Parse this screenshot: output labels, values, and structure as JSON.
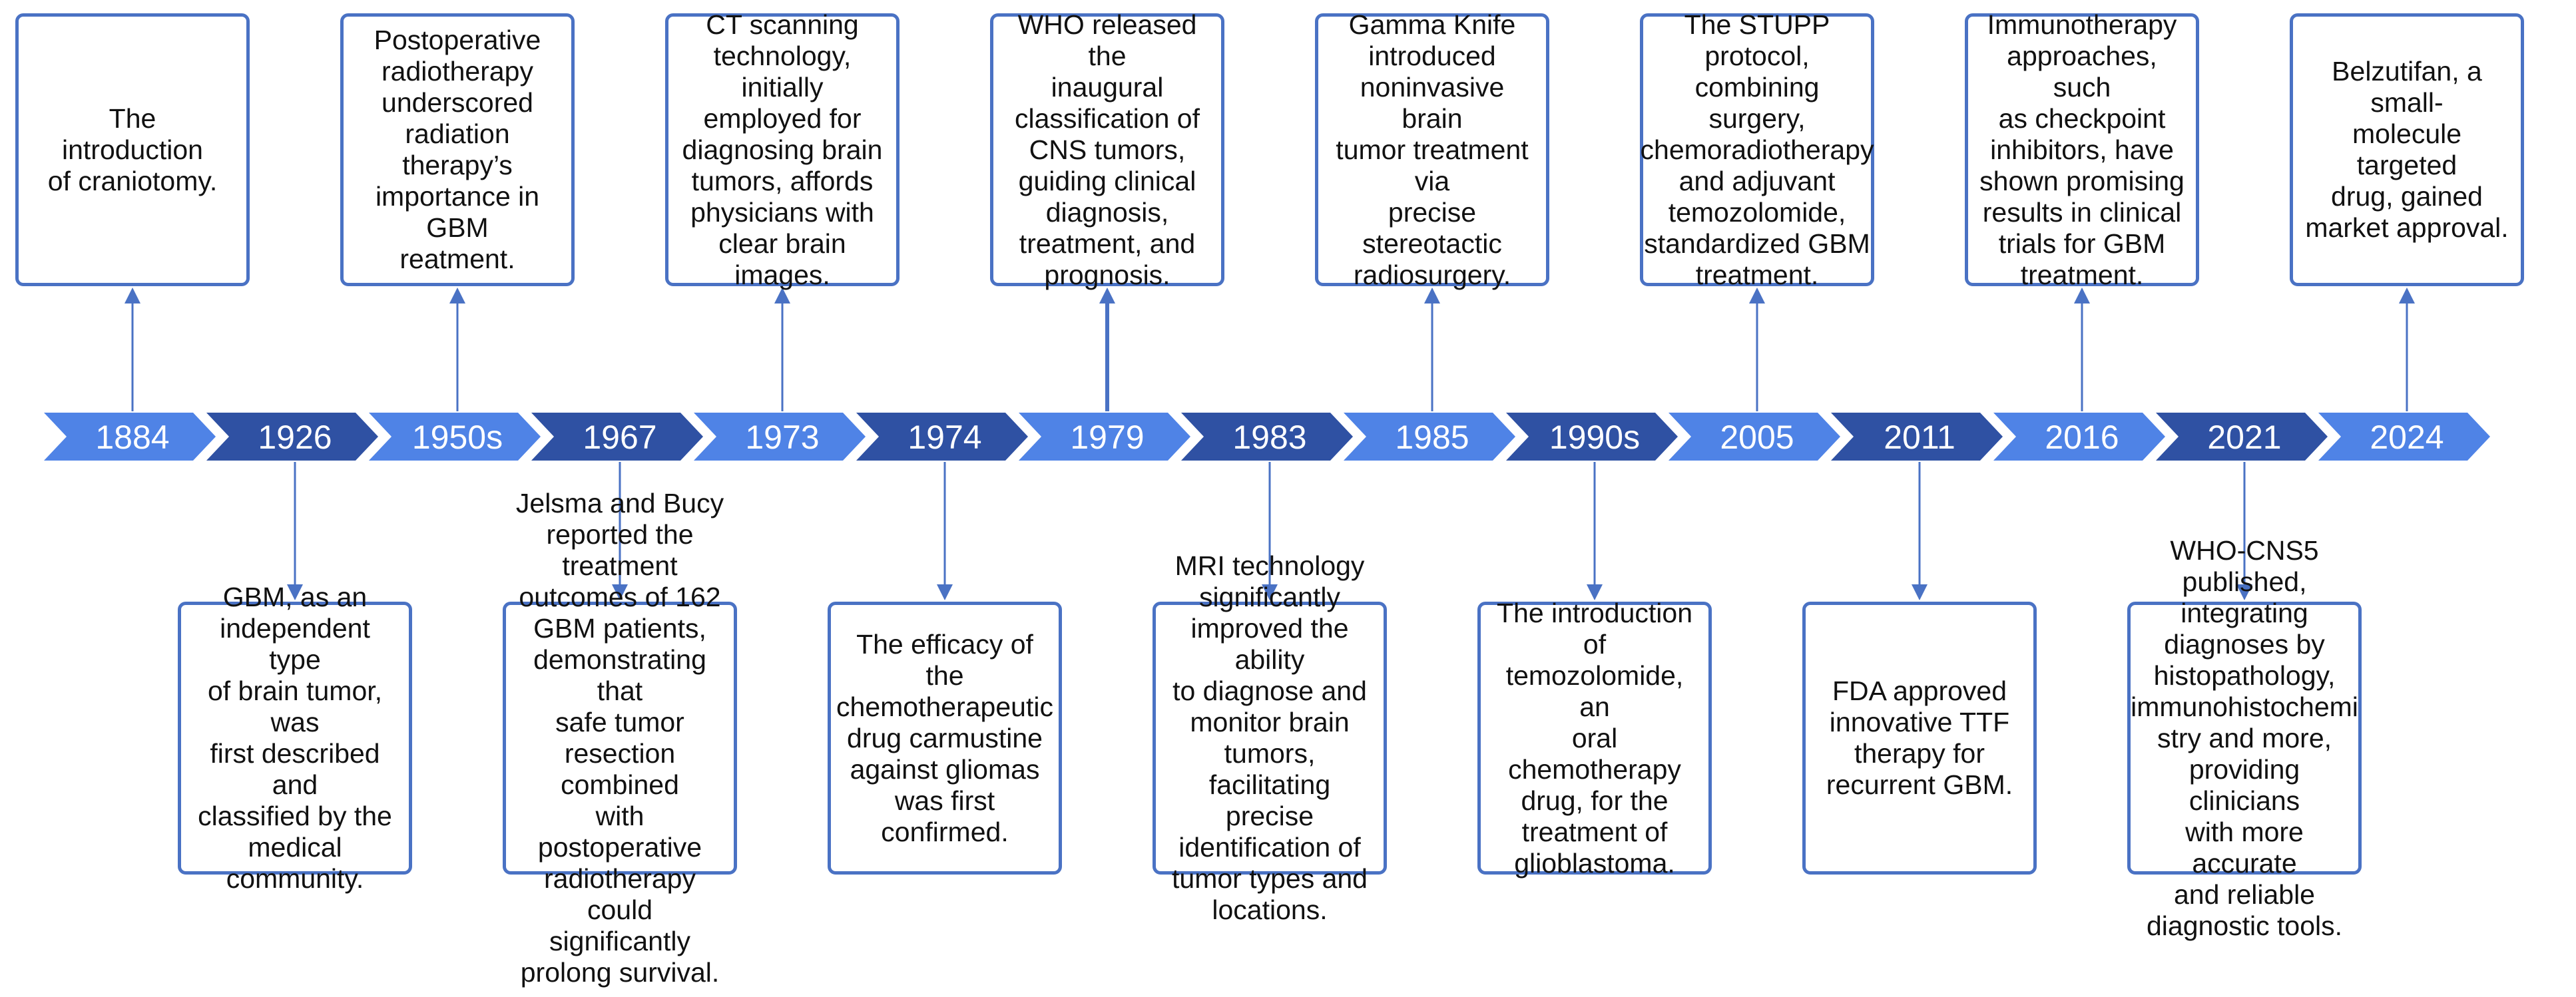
{
  "colors": {
    "dark_chevron": "#2f51a3",
    "light_chevron": "#4f83e6",
    "box_border": "#4a72c4",
    "arrow": "#4a72c4"
  },
  "timeline": [
    {
      "year": "1884",
      "side": "top",
      "text": "The\nintroduction\nof craniotomy."
    },
    {
      "year": "1926",
      "side": "bottom",
      "text": "GBM, as an\nindependent type\nof brain tumor, was\nfirst described and\nclassified by the\nmedical\ncommunity."
    },
    {
      "year": "1950s",
      "side": "top",
      "text": "Postoperative\nradiotherapy\nunderscored\nradiation therapy’s\nimportance in GBM\nreatment."
    },
    {
      "year": "1967",
      "side": "bottom",
      "text": "Jelsma and Bucy\nreported the\ntreatment\noutcomes of 162\nGBM patients,\ndemonstrating that\nsafe tumor\nresection combined\nwith postoperative\nradiotherapy could\nsignificantly\nprolong survival."
    },
    {
      "year": "1973",
      "side": "top",
      "text": "CT scanning\ntechnology, initially\nemployed for\ndiagnosing brain\ntumors, affords\nphysicians with\nclear brain images."
    },
    {
      "year": "1974",
      "side": "bottom",
      "text": "The efficacy of the\nchemotherapeutic\ndrug carmustine\nagainst gliomas\nwas first confirmed."
    },
    {
      "year": "1979",
      "side": "top",
      "text": "WHO released the\ninaugural\nclassification of\nCNS tumors,\nguiding clinical\ndiagnosis,\ntreatment, and\nprognosis."
    },
    {
      "year": "1983",
      "side": "bottom",
      "text": "MRI technology\nsignificantly\nimproved the ability\nto diagnose and\nmonitor brain\ntumors, facilitating\nprecise\nidentification of\ntumor types and\nlocations."
    },
    {
      "year": "1985",
      "side": "top",
      "text": "Gamma Knife\nintroduced\nnoninvasive brain\ntumor treatment via\nprecise stereotactic\nradiosurgery."
    },
    {
      "year": "1990s",
      "side": "bottom",
      "text": "The introduction of\ntemozolomide, an\noral chemotherapy\ndrug, for the\ntreatment of\nglioblastoma."
    },
    {
      "year": "2005",
      "side": "top",
      "text": "The STUPP\nprotocol, combining\nsurgery,\nchemoradiotherapy\nand adjuvant\ntemozolomide,\nstandardized GBM\ntreatment."
    },
    {
      "year": "2011",
      "side": "bottom",
      "text": "FDA approved\ninnovative TTF\ntherapy for\nrecurrent GBM."
    },
    {
      "year": "2016",
      "side": "top",
      "text": "Immunotherapy\napproaches, such\nas checkpoint\ninhibitors, have\nshown promising\nresults in clinical\ntrials for GBM\ntreatment."
    },
    {
      "year": "2021",
      "side": "bottom",
      "text": "WHO-CNS5\npublished,\nintegrating\ndiagnoses by\nhistopathology,\nimmunohistochemi\nstry and more,\nproviding clinicians\nwith more accurate\nand reliable\ndiagnostic tools."
    },
    {
      "year": "2024",
      "side": "top",
      "text": "Belzutifan, a small-\nmolecule targeted\ndrug, gained\nmarket approval."
    }
  ]
}
